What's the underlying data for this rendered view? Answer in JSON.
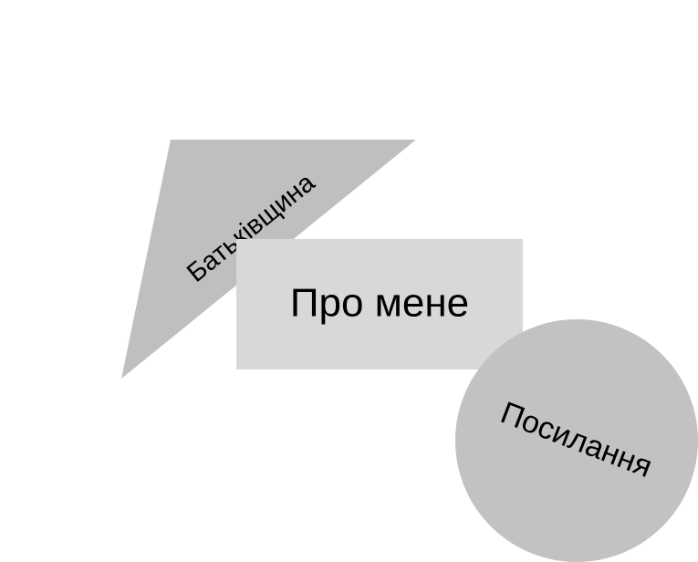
{
  "nav": {
    "homeland": {
      "label": "Батьківщина",
      "color": "#bfbfbf"
    },
    "about": {
      "label": "Про мене",
      "color": "#d8d8d8"
    },
    "links": {
      "label": "Посилання",
      "color": "#c4c1c1"
    }
  }
}
